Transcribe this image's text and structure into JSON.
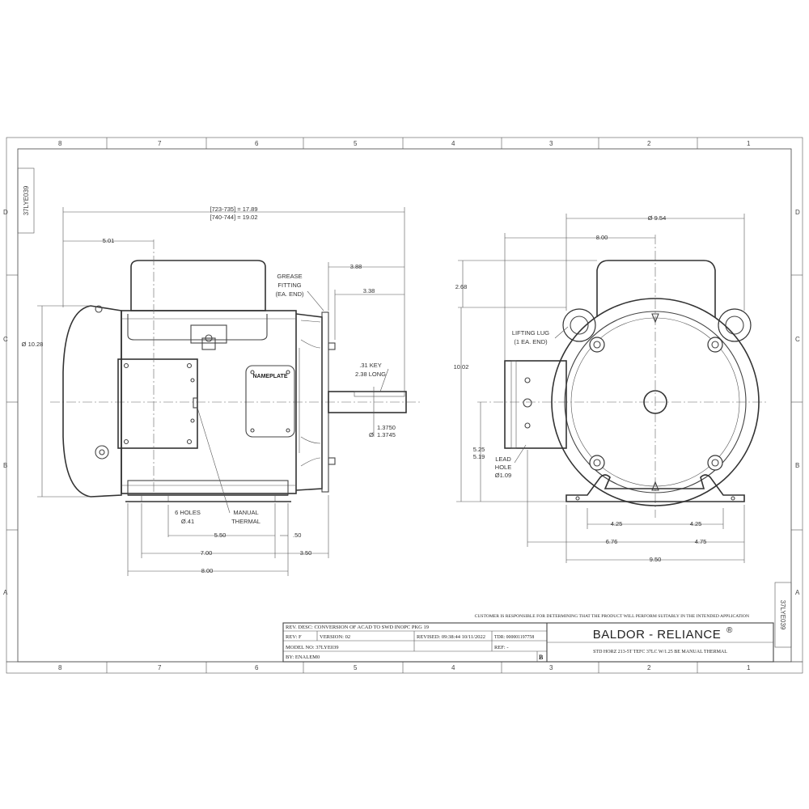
{
  "drawing": {
    "zones_top": [
      "8",
      "7",
      "6",
      "5",
      "4",
      "3",
      "2",
      "1"
    ],
    "zones_side": [
      "D",
      "C",
      "B",
      "A"
    ],
    "side_tag": "37LYE039",
    "side_tag_right": "37LYE039"
  },
  "left_view": {
    "overall_a": "[723-735] = 17.89",
    "overall_b": "[740-744] = 19.02",
    "dim_501": "5.01",
    "dim_388": "3.88",
    "dim_338": "3.38",
    "dia_1028": "Ø 10.28",
    "grease_1": "GREASE",
    "grease_2": "FITTING",
    "grease_3": "(EA. END)",
    "key_1": ".31 KEY",
    "key_2": "2.38 LONG",
    "shaft_1": "1.3750",
    "shaft_2": "1.3745",
    "shaft_dia": "Ø",
    "nameplate": "NAMEPLATE",
    "holes_1": "6 HOLES",
    "holes_2": "Ø.41",
    "manual_1": "MANUAL",
    "manual_2": "THERMAL",
    "dim_550": "5.50",
    "dim_50": ".50",
    "dim_700": "7.00",
    "dim_350": "3.50",
    "dim_800": "8.00"
  },
  "right_view": {
    "dia_954": "Ø 9.54",
    "dim_800": "8.00",
    "dim_268": "2.68",
    "dim_1002": "10.02",
    "dim_525": "5.25",
    "dim_519": "5.19",
    "lifting_1": "LIFTING LUG",
    "lifting_2": "(1 EA. END)",
    "lead_1": "LEAD",
    "lead_2": "HOLE",
    "lead_3": "Ø1.09",
    "dim_425a": "4.25",
    "dim_425b": "4.25",
    "dim_676": "6.76",
    "dim_475": "4.75",
    "dim_950": "9.50"
  },
  "title_block": {
    "disclaimer": "CUSTOMER IS RESPONSIBLE FOR DETERMINING THAT THE PRODUCT WILL PERFORM SUITABLY IN THE INTENDED APPLICATION",
    "rev_desc": "REV. DESC: CONVERSION OF ACAD TO SWD INOPC PKG 19",
    "rev": "REV:  F",
    "version": "VERSION:  02",
    "revised": "REVISED:  09:38:44 10/11/2022",
    "tdr": "TDR:  000001197758",
    "model": "MODEL NO:  37LYE039",
    "ref": "REF:  -",
    "by": "BY:  ENALEM0",
    "size": "B",
    "brand": "BALDOR - RELIANCE",
    "reg": "®",
    "description": "STD HORZ 213-5T TEFC 37LC W/1.25 BE MANUAL THERMAL"
  }
}
